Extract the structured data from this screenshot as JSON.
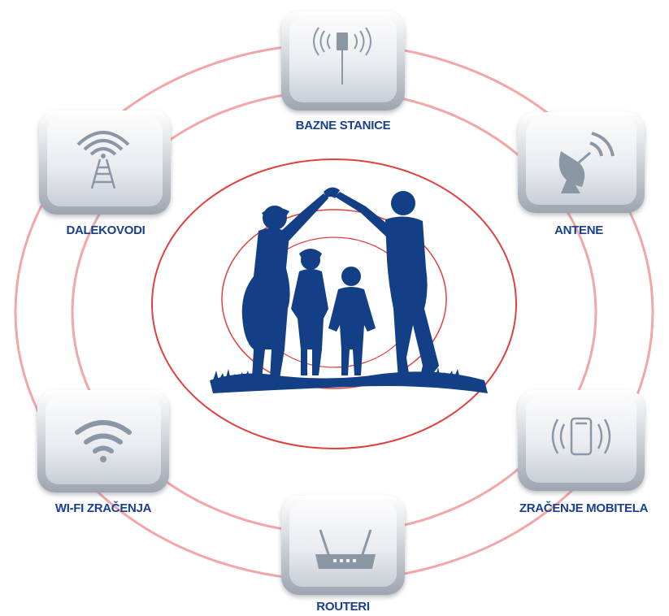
{
  "colors": {
    "ring": "#f2a6a6",
    "ring_inner": "#e0403f",
    "label": "#1a3f8f",
    "silhouette": "#123f86",
    "icon": "#8c97a6"
  },
  "nodes": [
    {
      "id": "bazne-stanice",
      "label": "BAZNE STANICE",
      "icon": "cell-tower-icon"
    },
    {
      "id": "antene",
      "label": "ANTENE",
      "icon": "satellite-dish-icon"
    },
    {
      "id": "zracenje-mobitela",
      "label": "ZRAČENJE MOBITELA",
      "icon": "mobile-phone-icon"
    },
    {
      "id": "routeri",
      "label": "ROUTERI",
      "icon": "router-icon"
    },
    {
      "id": "wifi-zracenja",
      "label": "WI-FI ZRAČENJA",
      "icon": "wifi-icon"
    },
    {
      "id": "dalekovodi",
      "label": "DALEKOVODI",
      "icon": "transmission-tower-icon"
    }
  ],
  "center": {
    "icon": "family-house-silhouette-icon"
  }
}
